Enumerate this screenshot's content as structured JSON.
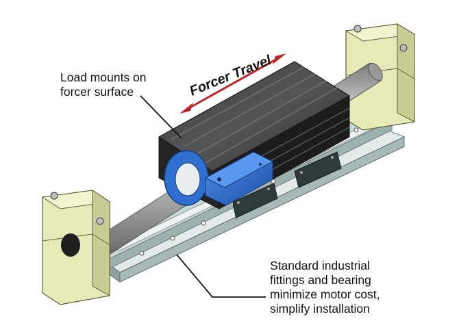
{
  "diagram": {
    "travel_label": "Forcer Travel",
    "callouts": [
      {
        "lines": [
          "Load mounts on",
          "forcer surface"
        ]
      },
      {
        "lines": [
          "Standard industrial",
          "fittings and bearing",
          "minimize motor cost,",
          "simplify installation"
        ]
      }
    ],
    "colors": {
      "base_plate": "#c9d6d6",
      "end_block": "#e6e9b8",
      "forcer_body": "#2b2b2b",
      "forcer_cap": "#2f6fd0",
      "shaft": "#b8b8b8",
      "bearing_block": "#2f3a3a",
      "arrow": "#b8262c"
    }
  }
}
